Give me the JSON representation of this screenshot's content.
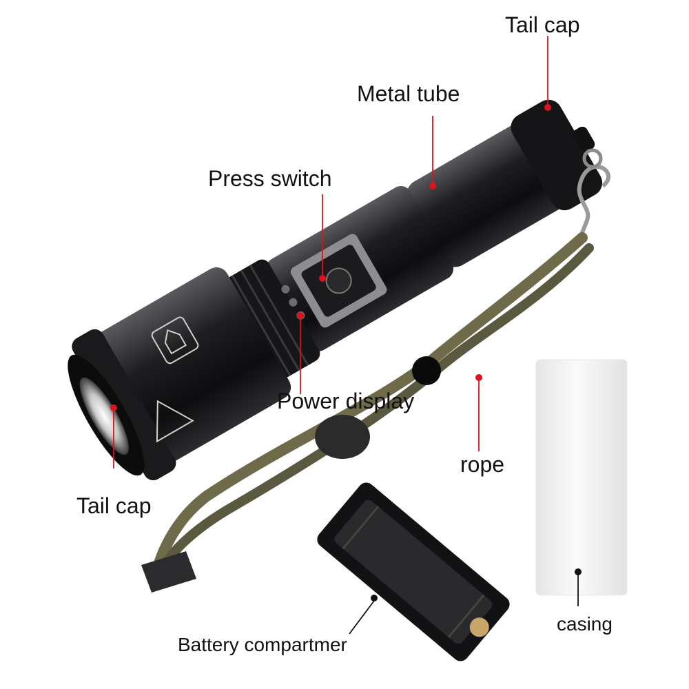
{
  "labels": {
    "tail_cap_top": "Tail cap",
    "metal_tube": "Metal tube",
    "press_switch": "Press switch",
    "power_display": "Power display",
    "rope": "rope",
    "tail_cap_bottom": "Tail cap",
    "battery_compartment": "Battery compartmer",
    "casing": "casing"
  },
  "colors": {
    "leader": "#d9141c",
    "body": "#1b1b1d",
    "rope": "#6e6a4a",
    "casing": "#f4f4f4"
  }
}
